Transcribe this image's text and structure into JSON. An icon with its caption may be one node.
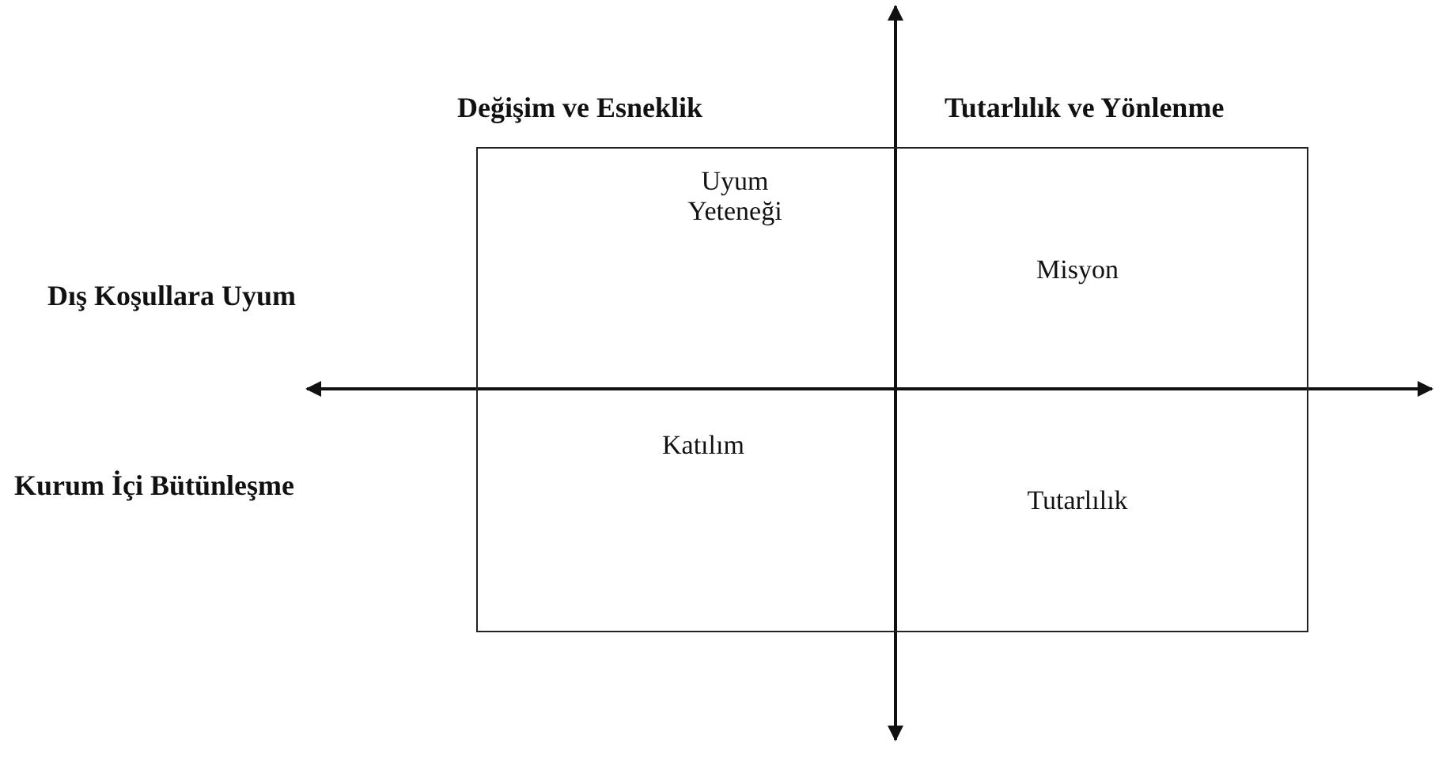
{
  "diagram": {
    "nodes": [
      {
        "text": [
          "Uyum Yeteneği"
        ]
      },
      {
        "text": [
          "Misyon"
        ]
      },
      {
        "text": [
          "Katılım"
        ]
      },
      {
        "text": [
          "Tutarlılık"
        ]
      }
    ],
    "edges": [],
    "labels": [
      "Değişim ve Esneklik",
      "Tutarlılık ve Yönlenme",
      "Dış Koşullara Uyum",
      "Kurum İçi Bütünleşme"
    ]
  }
}
